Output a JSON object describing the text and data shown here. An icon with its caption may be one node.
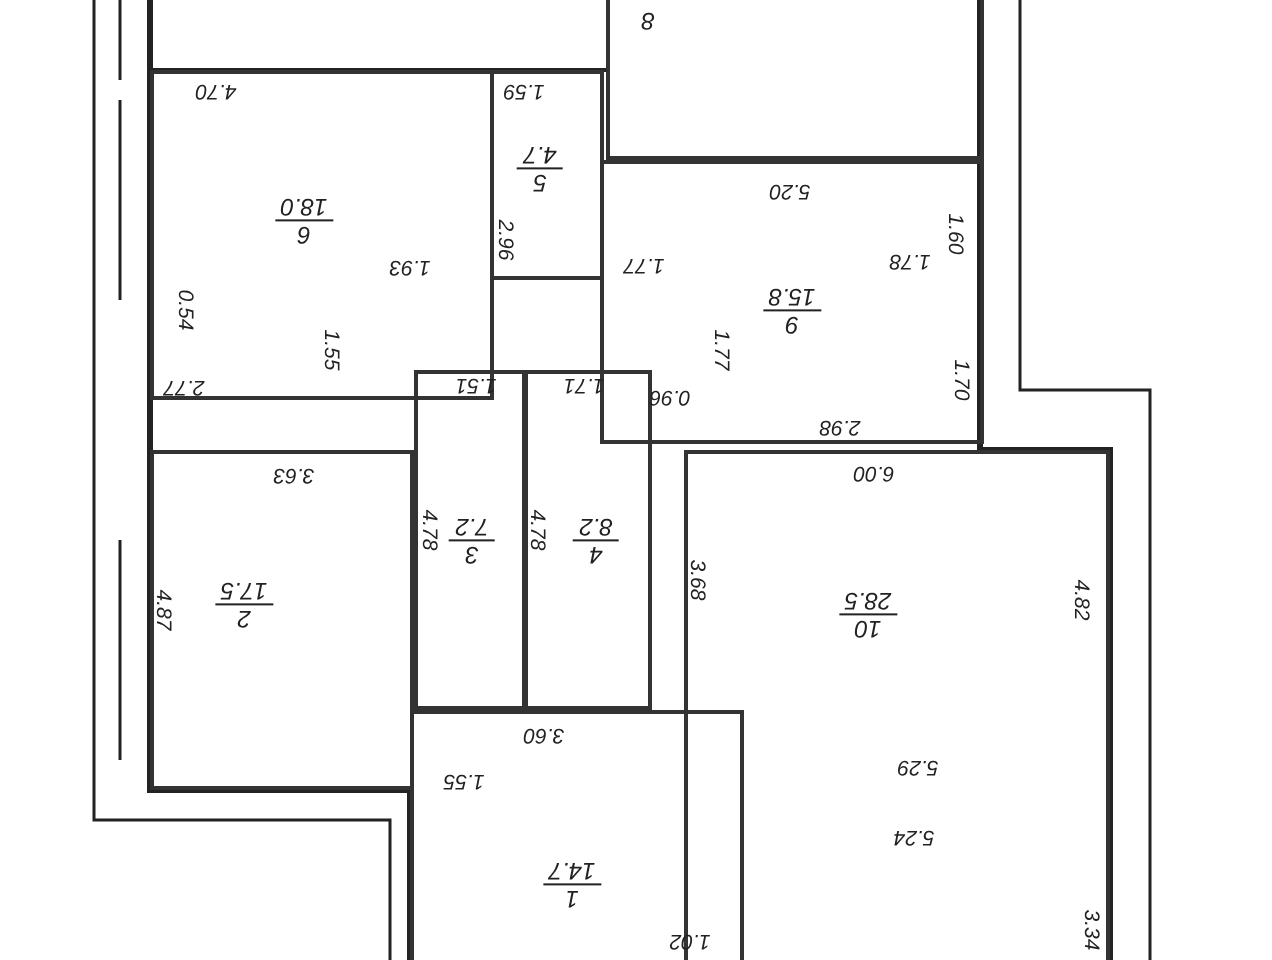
{
  "diagram": {
    "nodes": [
      {
        "text": [
          "6",
          "18.0"
        ]
      },
      {
        "text": [
          "5",
          "4.7"
        ]
      },
      {
        "text": [
          "8"
        ]
      },
      {
        "text": [
          "9",
          "15.8"
        ]
      },
      {
        "text": [
          "3",
          "7.2"
        ]
      },
      {
        "text": [
          "4",
          "8.2"
        ]
      },
      {
        "text": [
          "2",
          "17.5"
        ]
      },
      {
        "text": [
          "10",
          "28.5"
        ]
      },
      {
        "text": [
          "1",
          "14.7"
        ]
      }
    ],
    "labels": [
      "4.70",
      "1.59",
      "5.20",
      "1.93",
      "2.96",
      "1.77",
      "1.78",
      "1.60",
      "0.54",
      "1.55",
      "1.77",
      "2.77",
      "1.51",
      "1.71",
      "0.96",
      "1.70",
      "2.98",
      "3.63",
      "6.00",
      "4.78",
      "4.78",
      "4.87",
      "3.68",
      "4.82",
      "3.60",
      "1.55",
      "5.29",
      "5.24",
      "1.02",
      "3.34"
    ]
  }
}
